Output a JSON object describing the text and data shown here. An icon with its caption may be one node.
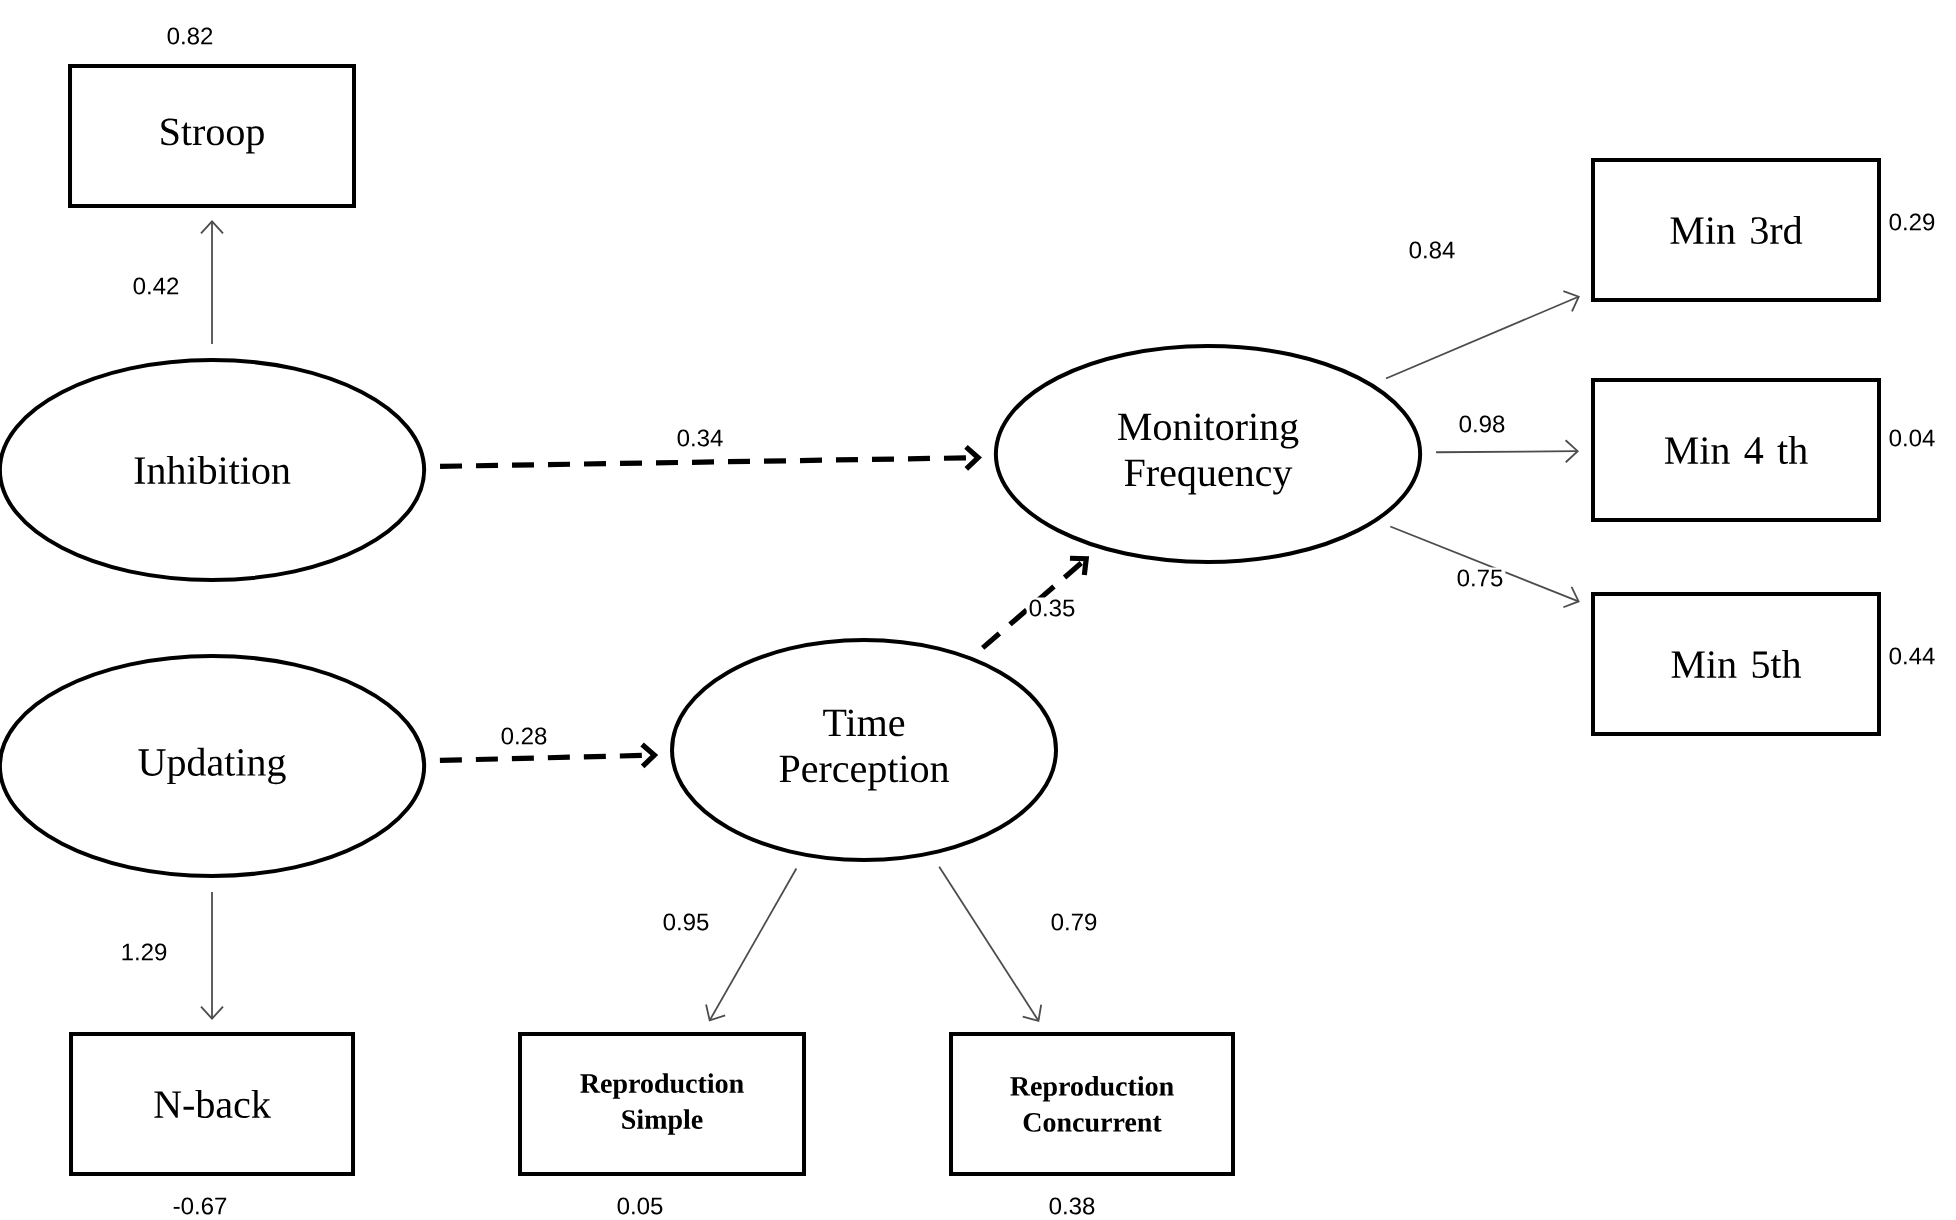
{
  "diagram": {
    "nodes": [
      {
        "text": [
          "Stroop"
        ],
        "beside": [
          "0.82"
        ]
      },
      {
        "text": [
          "Inhibition"
        ]
      },
      {
        "text": [
          "Monitoring Frequency"
        ]
      },
      {
        "text": [
          "Min 3rd"
        ],
        "beside": [
          "0.29"
        ]
      },
      {
        "text": [
          "Min 4 th"
        ],
        "beside": [
          "0.04"
        ]
      },
      {
        "text": [
          "Min 5th"
        ],
        "beside": [
          "0.44"
        ]
      },
      {
        "text": [
          "Updating"
        ]
      },
      {
        "text": [
          "Time Perception"
        ]
      },
      {
        "text": [
          "N-back"
        ],
        "beside": [
          "-0.67"
        ]
      },
      {
        "text": [
          "Reproduction Simple"
        ],
        "beside": [
          "0.05"
        ]
      },
      {
        "text": [
          "Reproduction Concurrent"
        ],
        "beside": [
          "0.38"
        ]
      }
    ],
    "edges": [
      {
        "from": 1,
        "to": 0,
        "arrow": "to",
        "label": "0.42"
      },
      {
        "from": 1,
        "to": 2,
        "arrow": "to",
        "label": "0.34",
        "style": "dashed"
      },
      {
        "from": 2,
        "to": 3,
        "arrow": "to",
        "label": "0.84"
      },
      {
        "from": 2,
        "to": 4,
        "arrow": "to",
        "label": "0.98"
      },
      {
        "from": 2,
        "to": 5,
        "arrow": "to",
        "label": "0.75"
      },
      {
        "from": 6,
        "to": 7,
        "arrow": "to",
        "label": "0.28",
        "style": "dashed"
      },
      {
        "from": 7,
        "to": 2,
        "arrow": "to",
        "label": "0.35",
        "style": "dashed"
      },
      {
        "from": 6,
        "to": 8,
        "arrow": "to",
        "label": "1.29"
      },
      {
        "from": 7,
        "to": 9,
        "arrow": "to",
        "label": "0.95"
      },
      {
        "from": 7,
        "to": 10,
        "arrow": "to",
        "label": "0.79"
      }
    ]
  }
}
